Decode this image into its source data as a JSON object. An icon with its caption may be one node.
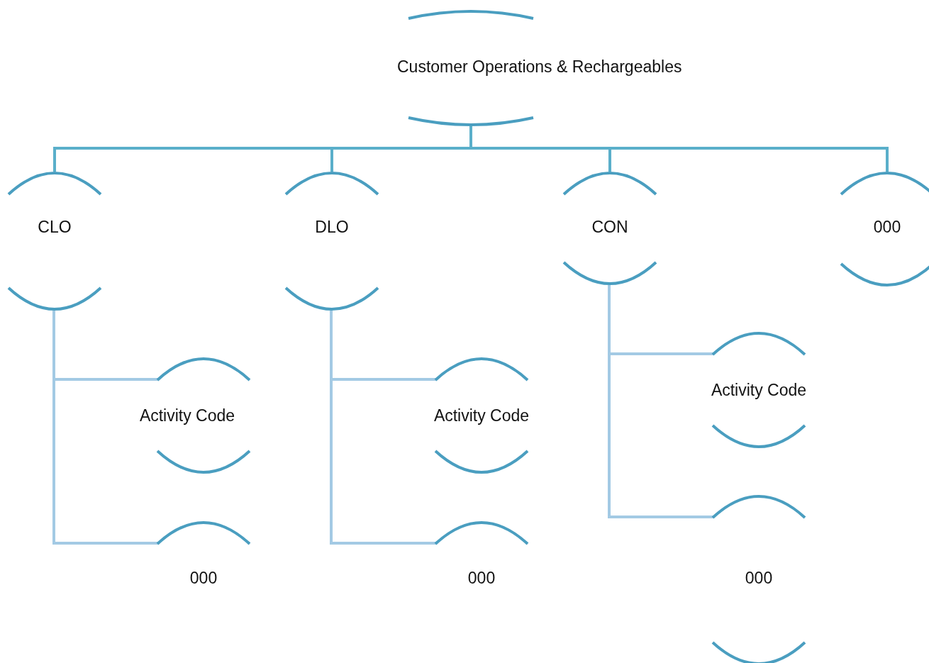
{
  "diagram": {
    "nodes": [
      {
        "text": [
          "Customer Operations & Rechargeables"
        ]
      },
      {
        "text": [
          "CLO"
        ]
      },
      {
        "text": [
          "DLO"
        ]
      },
      {
        "text": [
          "CON"
        ]
      },
      {
        "text": [
          "000"
        ]
      },
      {
        "text": [
          "Activity Code"
        ]
      },
      {
        "text": [
          "000"
        ]
      },
      {
        "text": [
          "Activity Code"
        ]
      },
      {
        "text": [
          "000"
        ]
      },
      {
        "text": [
          "Activity Code"
        ]
      },
      {
        "text": [
          "000"
        ]
      }
    ],
    "edges": [
      {
        "from": 0,
        "to": 1,
        "arrow": "none",
        "color": "#5aafca"
      },
      {
        "from": 0,
        "to": 2,
        "arrow": "none",
        "color": "#5aafca"
      },
      {
        "from": 0,
        "to": 3,
        "arrow": "none",
        "color": "#5aafca"
      },
      {
        "from": 0,
        "to": 4,
        "arrow": "none",
        "color": "#5aafca"
      },
      {
        "from": 1,
        "to": 5,
        "arrow": "none"
      },
      {
        "from": 1,
        "to": 6,
        "arrow": "none"
      },
      {
        "from": 2,
        "to": 7,
        "arrow": "none"
      },
      {
        "from": 2,
        "to": 8,
        "arrow": "none"
      },
      {
        "from": 3,
        "to": 9,
        "arrow": "none"
      },
      {
        "from": 3,
        "to": 10,
        "arrow": "none"
      }
    ]
  }
}
